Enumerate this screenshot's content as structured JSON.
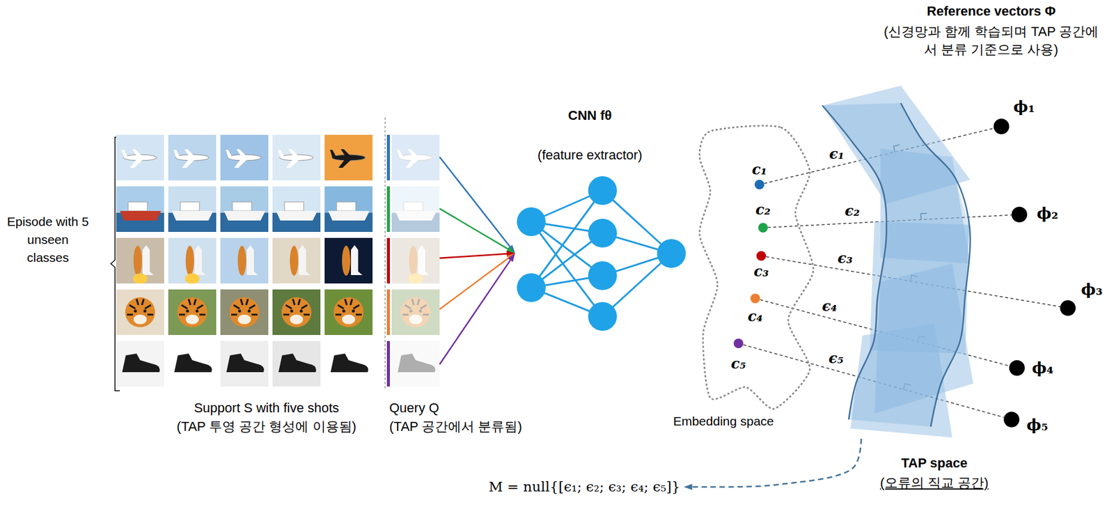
{
  "diagram": {
    "nodes": [
      {
        "text": [
          "Support S with five shots",
          "(TAP 투영 공간 형성에 이용됨)"
        ]
      },
      {
        "text": [
          "Query Q",
          "(TAP 공간에서 분류됨)"
        ]
      },
      {
        "text": [
          "CNN fθ",
          "(feature extractor)"
        ]
      },
      {
        "text": [
          "Embedding space"
        ]
      },
      {
        "text": [
          "c₁"
        ],
        "in": 3
      },
      {
        "text": [
          "c₂"
        ],
        "in": 3
      },
      {
        "text": [
          "c₃"
        ],
        "in": 3
      },
      {
        "text": [
          "c₄"
        ],
        "in": 3
      },
      {
        "text": [
          "c₅"
        ],
        "in": 3
      },
      {
        "text": [
          "TAP space",
          "(오류의 직교 공간)"
        ]
      },
      {
        "text": [
          "ϕ₁"
        ]
      },
      {
        "text": [
          "ϕ₂"
        ]
      },
      {
        "text": [
          "ϕ₃"
        ]
      },
      {
        "text": [
          "ϕ₄"
        ]
      },
      {
        "text": [
          "ϕ₅"
        ]
      },
      {
        "text": [
          "M = null{[ϵ₁; ϵ₂; ϵ₃; ϵ₄; ϵ₅]}"
        ]
      }
    ],
    "edges": [
      {
        "from": 1,
        "to": 2,
        "arrow": "to"
      },
      {
        "from": 1,
        "to": 2,
        "arrow": "to"
      },
      {
        "from": 1,
        "to": 2,
        "arrow": "to"
      },
      {
        "from": 1,
        "to": 2,
        "arrow": "to"
      },
      {
        "from": 1,
        "to": 2,
        "arrow": "to"
      },
      {
        "from": 4,
        "to": 10,
        "label": "ϵ₁",
        "arrow": "none"
      },
      {
        "from": 5,
        "to": 11,
        "label": "ϵ₂",
        "arrow": "none"
      },
      {
        "from": 6,
        "to": 12,
        "label": "ϵ₃",
        "arrow": "none"
      },
      {
        "from": 7,
        "to": 13,
        "label": "ϵ₄",
        "arrow": "none"
      },
      {
        "from": 8,
        "to": 14,
        "label": "ϵ₅",
        "arrow": "none"
      },
      {
        "from": 9,
        "to": 15,
        "arrow": "to"
      }
    ],
    "labels": [
      "Episode with 5 unseen classes",
      "Reference vectors Φ",
      "(신경망과 함께 학습되며 TAP 공간에서 분류 기준으로 사용)"
    ]
  }
}
